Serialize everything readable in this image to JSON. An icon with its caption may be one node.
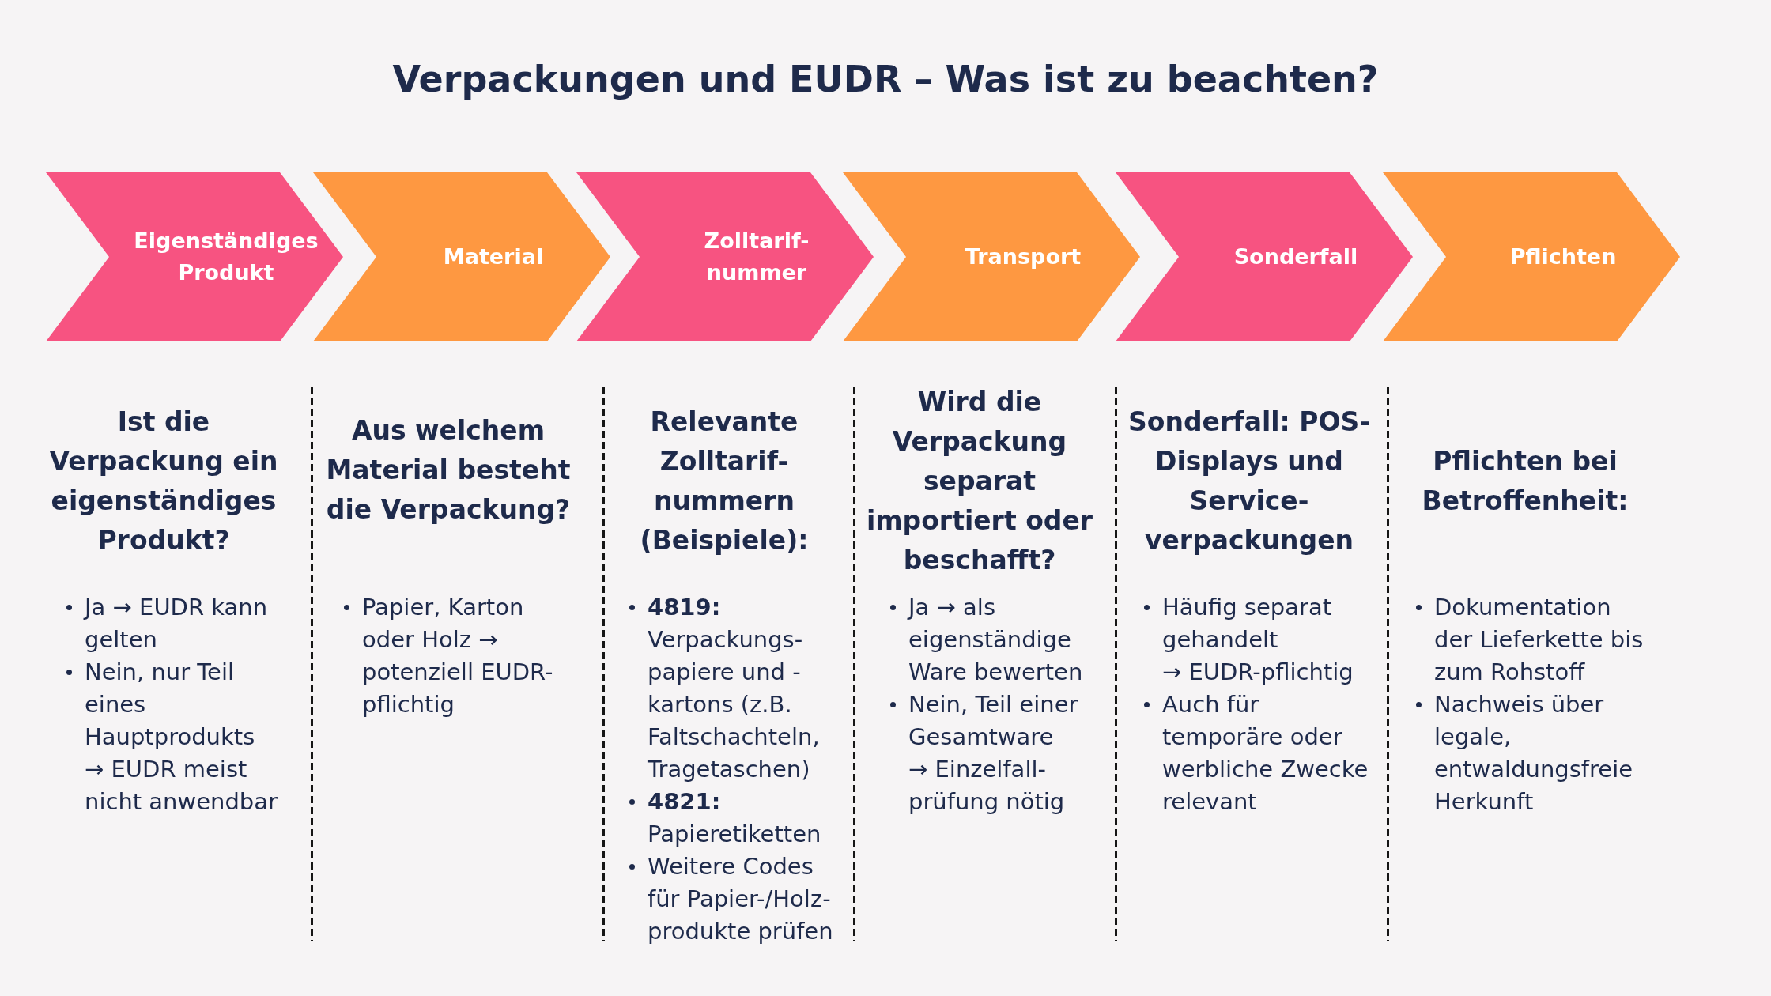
{
  "diagram": {
    "title": "Verpackungen und EUDR – Was ist zu beachten?",
    "nodes": [
      {
        "text": [
          "Eigenständiges Produkt"
        ]
      },
      {
        "text": [
          "Material"
        ]
      },
      {
        "text": [
          "Zolltarif-nummer"
        ]
      },
      {
        "text": [
          "Transport"
        ]
      },
      {
        "text": [
          "Sonderfall"
        ]
      },
      {
        "text": [
          "Pflichten"
        ]
      }
    ],
    "labels": [
      "Ist die Verpackung ein eigenständiges Produkt?",
      "Ja → EUDR kann gelten",
      "Nein, nur Teil eines Hauptprodukts → EUDR meist nicht anwendbar",
      "Aus welchem Material besteht die Verpackung?",
      "Papier, Karton oder Holz → potenziell EUDR-pflichtig",
      "Relevante Zolltarif-nummern (Beispiele):",
      "**4819:** Verpackungs-papiere und -kartons (z.B. Faltschachteln, Tragetaschen)",
      "**4821:** Papieretiketten",
      "Weitere Codes für Papier-/Holz-produkte prüfen",
      "Wird die Verpackung separat importiert oder beschafft?",
      "Ja → als eigenständige Ware bewerten",
      "Nein, Teil einer Gesamtware → Einzelfall-prüfung nötig",
      "Sonderfall: POS-Displays und Service-verpackungen",
      "Häufig separat gehandelt → EUDR-pflichtig",
      "Auch für temporäre oder werbliche Zwecke relevant",
      "Pflichten bei Betroffenheit:",
      "Dokumentation der Lieferkette bis zum Rohstoff",
      "Nachweis über legale, entwaldungsfreie Herkunft"
    ]
  }
}
